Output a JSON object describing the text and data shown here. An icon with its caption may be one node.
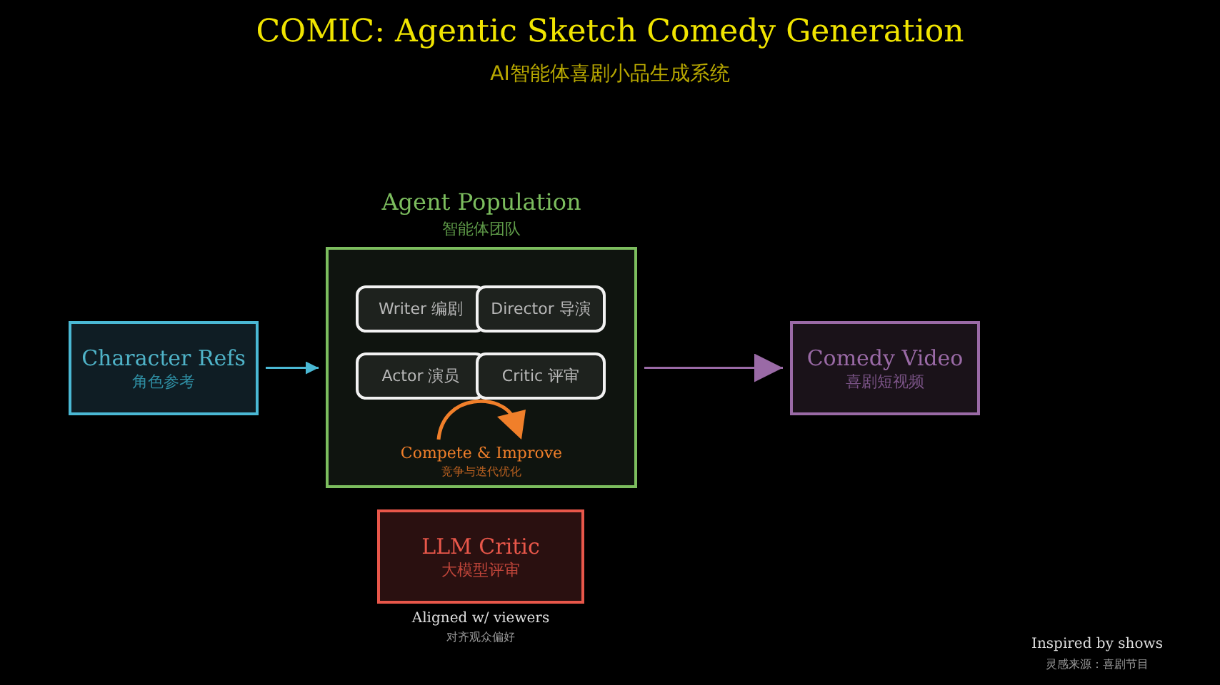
{
  "diagram": {
    "title": "COMIC: Agentic Sketch Comedy Generation",
    "nodes": [
      {
        "text": [
          "Character Refs",
          "角色参考"
        ]
      },
      {
        "text": [
          "Agent Population",
          "智能体团队",
          "Compete & Improve",
          "竞争与迭代优化"
        ]
      },
      {
        "text": [
          "Writer 编剧"
        ],
        "in": 1
      },
      {
        "text": [
          "Director 导演"
        ],
        "in": 1
      },
      {
        "text": [
          "Actor 演员"
        ],
        "in": 1
      },
      {
        "text": [
          "Critic 评审"
        ],
        "in": 1
      },
      {
        "text": [
          "Comedy Video",
          "喜剧短视频"
        ]
      },
      {
        "text": [
          "LLM Critic",
          "大模型评审"
        ],
        "beside": [
          "Aligned w/ viewers",
          "对齐观众偏好"
        ]
      }
    ],
    "edges": [
      {
        "from": 0,
        "to": 1,
        "arrow": "to",
        "color": "#4ab8d4"
      },
      {
        "from": 1,
        "to": 6,
        "arrow": "to",
        "color": "#9a6aa6"
      }
    ],
    "labels": [
      "AI智能体喜剧小品生成系统",
      "Inspired by shows",
      "灵感来源：喜剧节目"
    ]
  }
}
